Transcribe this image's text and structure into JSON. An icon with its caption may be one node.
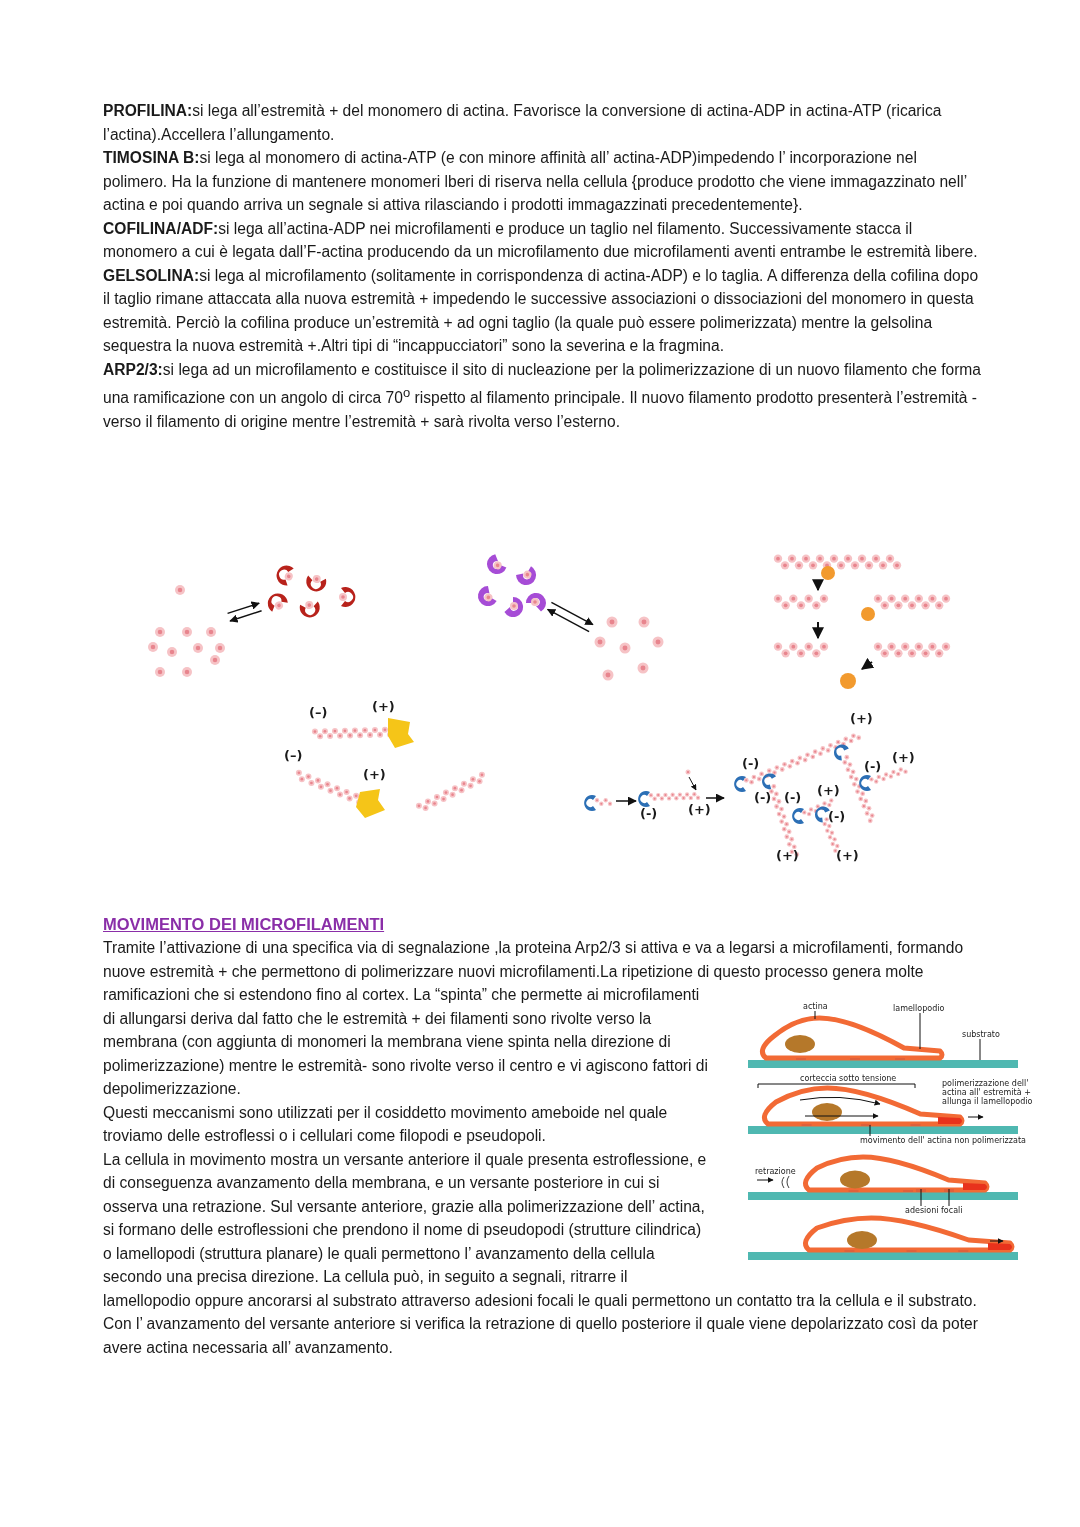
{
  "diagram": {
    "nodes": [
      {
        "text": [
          "actina"
        ]
      },
      {
        "text": [
          "lamellopodio"
        ]
      },
      {
        "text": [
          "substrato"
        ]
      },
      {
        "text": [
          "movimento dell' actina non polimerizzata"
        ]
      },
      {
        "text": [
          "adesioni focali"
        ]
      },
      {
        "text": [],
        "shape": "picture"
      },
      {
        "text": [],
        "shape": "bar"
      },
      {
        "text": [],
        "shape": "picture"
      },
      {
        "text": [],
        "shape": "box"
      },
      {
        "text": [],
        "shape": "box"
      },
      {
        "text": [],
        "shape": "picture"
      },
      {
        "text": [],
        "shape": "picture"
      },
      {
        "text": [],
        "shape": "picture"
      },
      {
        "text": [],
        "shape": "picture"
      }
    ],
    "edges": [
      {
        "from": 0,
        "to": 5,
        "arrow": "none"
      },
      {
        "from": 1,
        "to": 5,
        "arrow": "none"
      },
      {
        "from": 2,
        "to": 6,
        "arrow": "none"
      },
      {
        "from": 3,
        "to": 7,
        "arrow": "none"
      },
      {
        "from": 4,
        "to": 8,
        "arrow": "none"
      },
      {
        "from": 4,
        "to": 9,
        "arrow": "none"
      },
      {
        "from": 10,
        "to": 11,
        "arrow": "to"
      },
      {
        "from": 11,
        "to": 10,
        "arrow": "to"
      },
      {
        "from": 12,
        "to": 13,
        "arrow": "to"
      },
      {
        "from": 13,
        "to": 12,
        "arrow": "to"
      }
    ],
    "labels": [
      "**PROFILINA:**si lega all’estremità + del monomero di actina. Favorisce la conversione di actina-ADP in actina-ATP (ricarica l’actina).Accellera l’allungamento.",
      "**TIMOSINA B:**si lega al monomero di actina-ATP (e con minore affinità all’ actina-ADP)impedendo l’ incorporazione nel polimero. Ha la funzione di mantenere monomeri lberi di riserva nella cellula {produce prodotto che viene immagazzinato nell’ actina e poi quando arriva un segnale si attiva rilasciando i prodotti immagazzinati precedentemente}.",
      "**COFILINA/ADF:**si lega all’actina-ADP nei microfilamenti e produce un taglio nel filamento. Successivamente stacca il monomero a cui è legata dall’F-actina  producendo da un microfilamento due microfilamenti aventi entrambe le estremità libere.",
      "**GELSOLINA:**si lega al microfilamento (solitamente in corrispondenza di actina-ADP) e lo taglia. A differenza della cofilina dopo il taglio rimane attaccata alla nuova estremità + impedendo le successive associazioni o dissociazioni del monomero in questa estremità. Perciò la cofilina produce un’estremità + ad ogni taglio (la quale può essere polimerizzata) mentre la gelsolina sequestra la nuova estremità +.Altri tipi di “incappucciatori” sono la severina  e la fragmina.",
      "**ARP2/3:**si lega ad un microfilamento e costituisce il sito di nucleazione per la polimerizzazione di un nuovo filamento che forma una ramificazione con un angolo di circa 70$^{o}$ rispetto al filamento principale. Il nuovo filamento prodotto presenterà l’estremità - verso il filamento di origine mentre l’estremità + sarà rivolta verso l’esterno.",
      "(–)",
      "(+)",
      "(–)",
      "(+)",
      "(+)",
      "(-)",
      "(-)",
      "(+)",
      "(-)",
      "(-)",
      "(+)",
      "(-)",
      "(+)",
      "(-)",
      "(+)",
      "(+)",
      "MOVIMENTO DEI MICROFILAMENTI",
      "Tramite l’attivazione di una specifica via di segnalazione ,la proteina Arp2/3 si attiva e va a legarsi a microfilamenti,  formando nuove estremità + che permettono di polimerizzare nuovi microfilamenti.La ripetizione di questo processo genera molte ramificazioni che si estendono fino al cortex. La “spinta” che permette ai microfilamenti di allungarsi deriva dal fatto che le estremità + dei filamenti sono rivolte verso la membrana (con aggiunta di monomeri la membrana viene spinta nella direzione di polimerizzazione) mentre le estremità- sono rivolte verso il centro e vi agiscono fattori di depolimerizzazione.",
      "Questi meccanismi sono utilizzati per il cosiddetto movimento ameboide nel quale troviamo delle estroflessi o i cellulari come filopodi e pseudopoli.",
      "La cellula in movimento mostra un versante anteriore il quale presenta estroflessione, e di conseguenza avanzamento della membrana, e un versante posteriore in cui si osserva una retrazione. Sul versante anteriore, grazie alla polimerizzazione dell’ actina, si formano delle estroflessioni che prendono il nome di pseudopodi (strutture cilindrica) o lamellopodi (struttura planare) le quali permettono l’ avanzamento della cellula secondo una precisa direzione. La cellula può, in seguito a segnali, ritrarre il lamellopodio oppure ancorarsi al substrato attraverso adesioni focali le quali permettono un contatto tra la cellula e il substrato. Con l’ avanzamento del versante anteriore si verifica la retrazione di quello posteriore il quale viene depolarizzato così da poter avere actina necessaria all’ avanzamento.",
      "corteccia sotto tensione",
      "polimerizzazione dell' actina all' estremità + allunga il lamellopodio",
      "retrazione"
    ]
  }
}
